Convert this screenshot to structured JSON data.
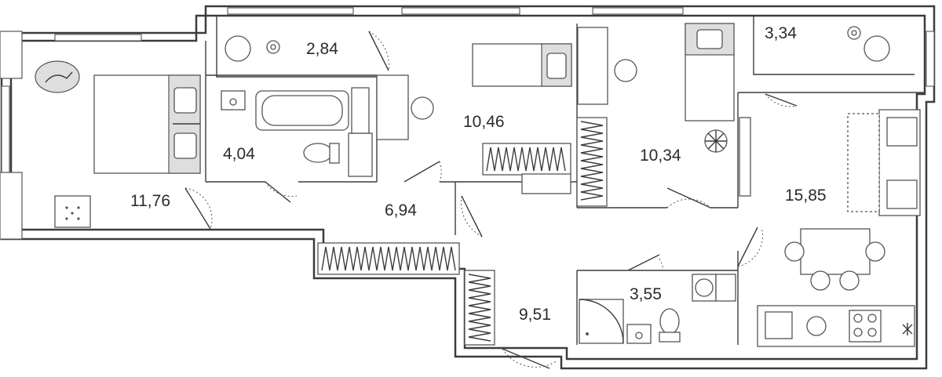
{
  "rooms": [
    {
      "id": "bedroom-left",
      "area": "11,76"
    },
    {
      "id": "balcony-left",
      "area": "2,84"
    },
    {
      "id": "bathroom",
      "area": "4,04"
    },
    {
      "id": "bedroom-middle",
      "area": "10,46"
    },
    {
      "id": "hallway",
      "area": "6,94"
    },
    {
      "id": "bedroom-right",
      "area": "10,34"
    },
    {
      "id": "balcony-right",
      "area": "3,34"
    },
    {
      "id": "kitchen-living",
      "area": "15,85"
    },
    {
      "id": "corridor",
      "area": "9,51"
    },
    {
      "id": "wc",
      "area": "3,55"
    }
  ],
  "colors": {
    "wall": "#3c3c3c",
    "fixture_fill": "#dedede",
    "background": "#ffffff"
  },
  "icons": [
    "bed-icon",
    "rug-icon",
    "chair-icon",
    "bathtub-icon",
    "toilet-icon",
    "sink-icon",
    "shower-icon",
    "washing-machine-icon",
    "stove-icon",
    "table-icon",
    "sofa-icon",
    "plant-icon",
    "wardrobe-icon"
  ]
}
